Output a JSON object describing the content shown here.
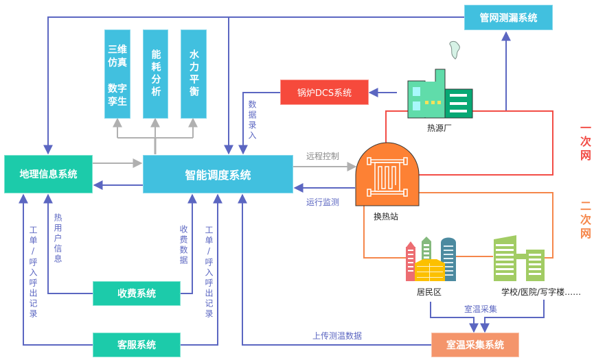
{
  "colors": {
    "flow_blue": "#5b66c1",
    "flow_gray": "#b0b0b0",
    "primary_net": "#f24c45",
    "secondary_net": "#f5864a",
    "teal_box": "#1ccbaa",
    "cyan_box": "#41c0df",
    "dcs_red": "#f64a3c",
    "collect_salmon": "#f4956b"
  },
  "systems": {
    "gis": "地理信息系统",
    "dispatch": "智能调度系统",
    "pipe_leak": "管网测漏系统",
    "boiler_dcs": "锅炉DCS系统",
    "billing": "收费系统",
    "customer_service": "客服系统",
    "room_temp": "室温采集系统"
  },
  "analysis_modules": [
    {
      "line1": "三维",
      "line2": "仿真",
      "line3": "数字",
      "line4": "孪生"
    },
    {
      "text": "能耗分析"
    },
    {
      "text": "水力平衡"
    }
  ],
  "facilities": {
    "heat_source": "热源厂",
    "exchange_station": "换热站",
    "residential": "居民区",
    "public_buildings": "学校/医院/写字楼……"
  },
  "networks": {
    "primary": "一次网",
    "secondary": "二次网"
  },
  "flow_labels": {
    "data_entry": "数据录入",
    "remote_control": "远程控制",
    "operation_monitor": "运行监测",
    "heat_user_info": "热用户信息",
    "billing_data": "收费数据",
    "ticket_call_left": "工单/呼入呼出记录",
    "ticket_call_right": "工单/呼入呼出记录",
    "room_temp_collect": "室温采集",
    "upload_temp_data": "上传测温数据"
  }
}
